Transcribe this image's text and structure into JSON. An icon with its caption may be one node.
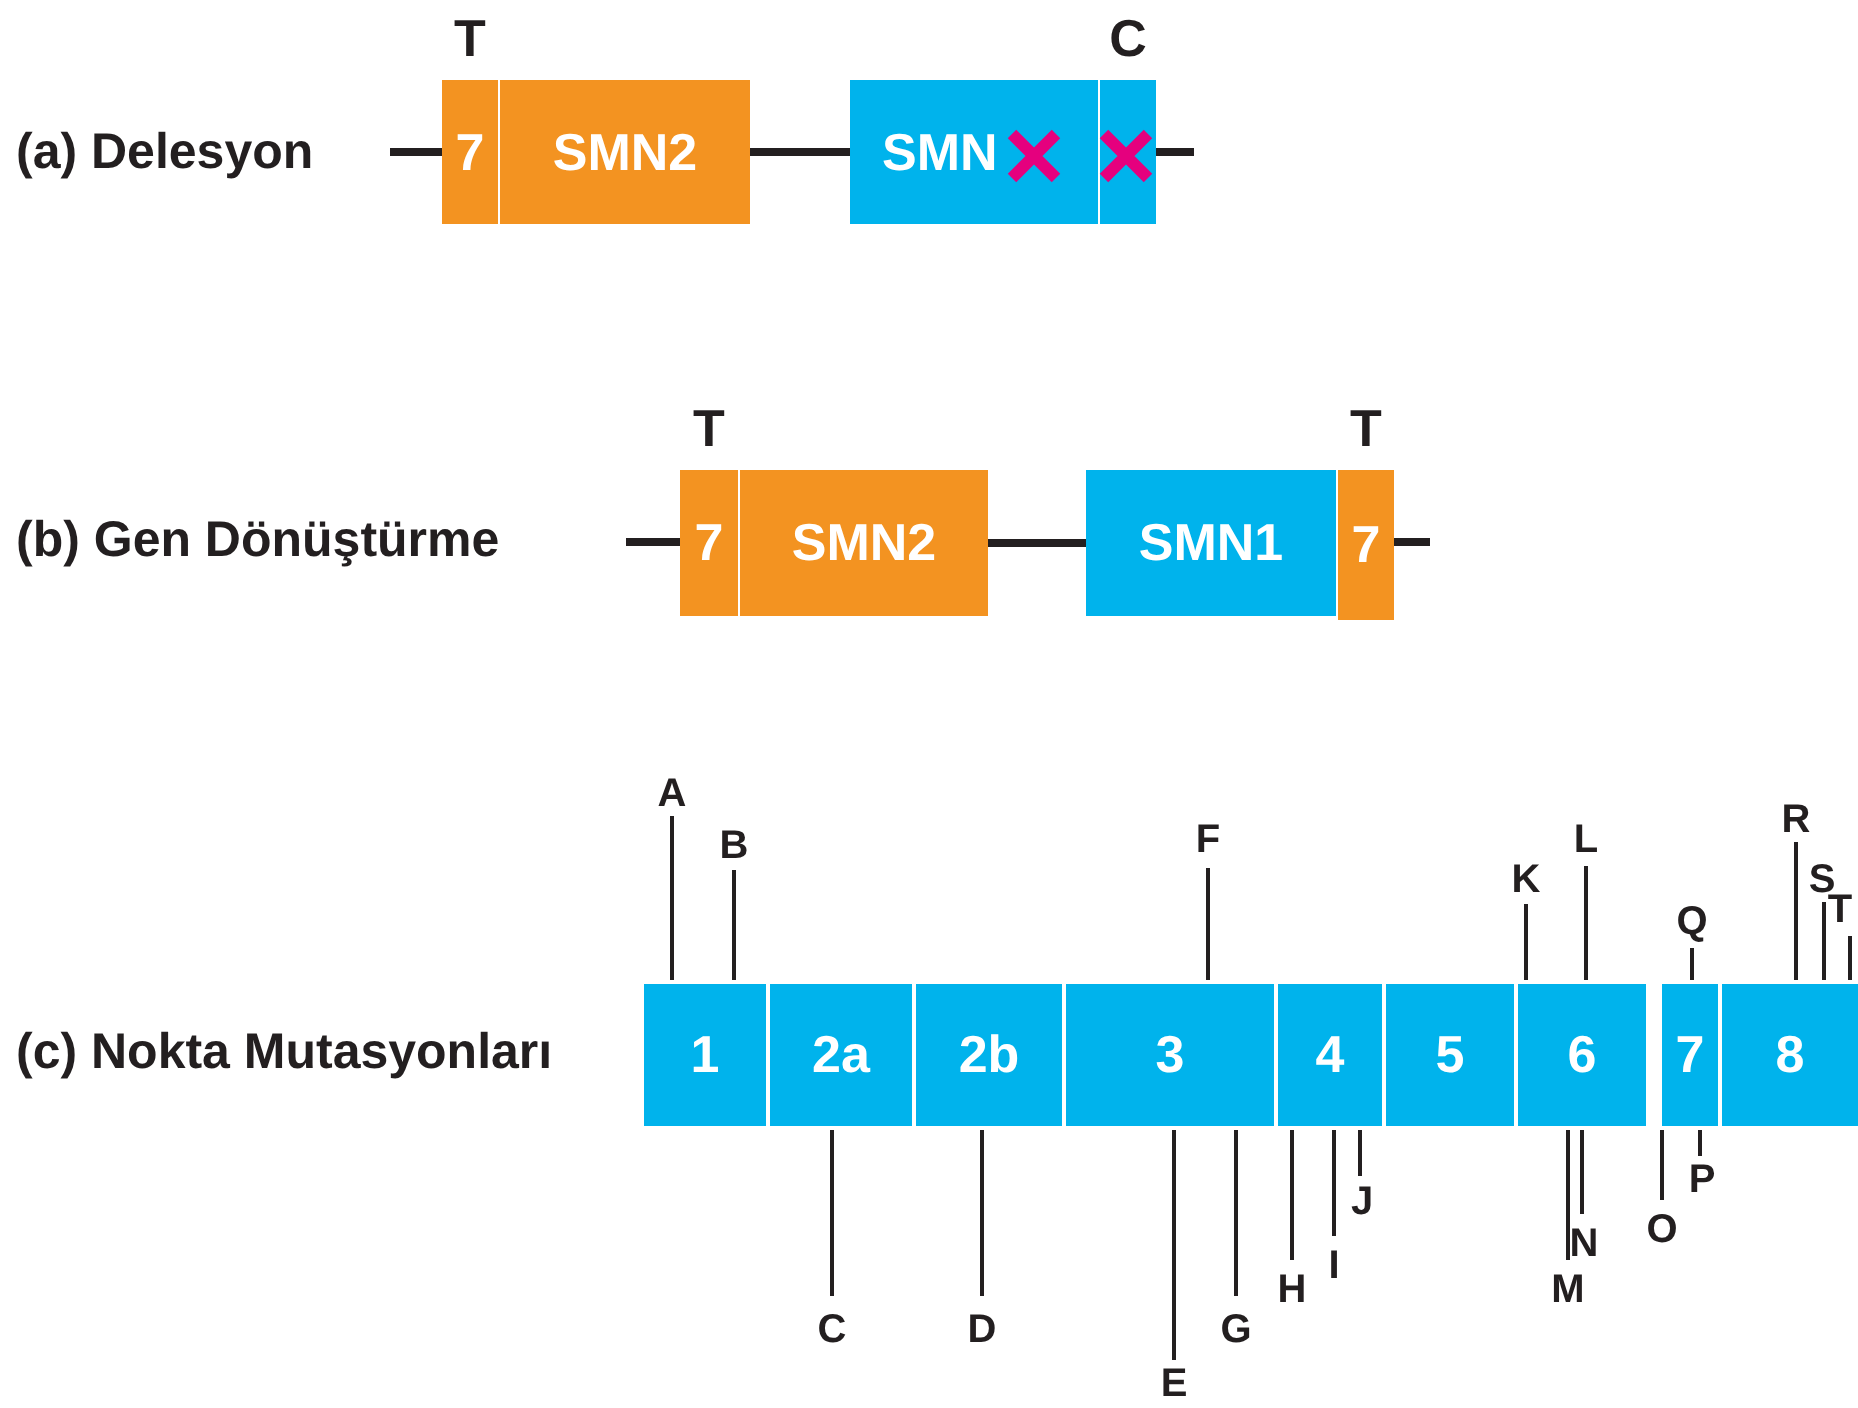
{
  "diagram": {
    "nodes": [
      {
        "text": [
          "7"
        ],
        "beside": [
          "T"
        ]
      },
      {
        "text": [
          "SMN2"
        ]
      },
      {
        "text": [
          "SMN"
        ]
      },
      {
        "text": [],
        "shape": "box",
        "beside": [
          "C"
        ]
      },
      {
        "text": [
          "7"
        ],
        "beside": [
          "T"
        ]
      },
      {
        "text": [
          "SMN2"
        ]
      },
      {
        "text": [
          "SMN1"
        ]
      },
      {
        "text": [
          "7"
        ],
        "beside": [
          "T"
        ]
      },
      {
        "text": [
          "1"
        ]
      },
      {
        "text": [
          "2a"
        ]
      },
      {
        "text": [
          "2b"
        ]
      },
      {
        "text": [
          "3"
        ]
      },
      {
        "text": [
          "4"
        ]
      },
      {
        "text": [
          "5"
        ]
      },
      {
        "text": [
          "6"
        ]
      },
      {
        "text": [
          "7"
        ]
      },
      {
        "text": [
          "8"
        ]
      },
      {
        "text": [
          "A"
        ]
      },
      {
        "text": [
          "B"
        ]
      },
      {
        "text": [
          "C"
        ]
      },
      {
        "text": [
          "D"
        ]
      },
      {
        "text": [
          "E"
        ]
      },
      {
        "text": [
          "F"
        ]
      },
      {
        "text": [
          "G"
        ]
      },
      {
        "text": [
          "H"
        ]
      },
      {
        "text": [
          "I"
        ]
      },
      {
        "text": [
          "J"
        ]
      },
      {
        "text": [
          "K"
        ]
      },
      {
        "text": [
          "L"
        ]
      },
      {
        "text": [
          "M"
        ]
      },
      {
        "text": [
          "N"
        ]
      },
      {
        "text": [
          "O"
        ]
      },
      {
        "text": [
          "P"
        ]
      },
      {
        "text": [
          "Q"
        ]
      },
      {
        "text": [
          "R"
        ]
      },
      {
        "text": [
          "S"
        ]
      },
      {
        "text": [
          "T"
        ]
      }
    ],
    "edges": [
      {
        "from": null,
        "to": 0,
        "arrow": "none",
        "style": "thick"
      },
      {
        "from": 1,
        "to": 2,
        "arrow": "none",
        "style": "thick"
      },
      {
        "from": 3,
        "to": null,
        "arrow": "none",
        "style": "thick"
      },
      {
        "from": null,
        "to": 4,
        "arrow": "none",
        "style": "thick"
      },
      {
        "from": 5,
        "to": 6,
        "arrow": "none",
        "style": "thick"
      },
      {
        "from": 7,
        "to": null,
        "arrow": "none",
        "style": "thick"
      },
      {
        "from": 17,
        "to": 8,
        "arrow": "none"
      },
      {
        "from": 18,
        "to": 8,
        "arrow": "none"
      },
      {
        "from": 19,
        "to": 9,
        "arrow": "none"
      },
      {
        "from": 20,
        "to": 10,
        "arrow": "none"
      },
      {
        "from": 21,
        "to": 11,
        "arrow": "none"
      },
      {
        "from": 22,
        "to": 11,
        "arrow": "none"
      },
      {
        "from": 23,
        "to": 11,
        "arrow": "none"
      },
      {
        "from": 24,
        "to": 12,
        "arrow": "none"
      },
      {
        "from": 25,
        "to": 12,
        "arrow": "none"
      },
      {
        "from": 26,
        "to": 12,
        "arrow": "none"
      },
      {
        "from": 27,
        "to": 14,
        "arrow": "none"
      },
      {
        "from": 28,
        "to": 14,
        "arrow": "none"
      },
      {
        "from": 29,
        "to": 14,
        "arrow": "none"
      },
      {
        "from": 30,
        "to": 14,
        "arrow": "none"
      },
      {
        "from": 31,
        "to": 15,
        "arrow": "none"
      },
      {
        "from": 32,
        "to": 15,
        "arrow": "none"
      },
      {
        "from": 33,
        "to": 15,
        "arrow": "none"
      },
      {
        "from": 34,
        "to": 16,
        "arrow": "none"
      },
      {
        "from": 35,
        "to": 16,
        "arrow": "none"
      },
      {
        "from": 36,
        "to": 16,
        "arrow": "none"
      }
    ],
    "labels": [
      "(a) Delesyon",
      "(b) Gen Dönüştürme",
      "(c) Nokta Mutasyonları"
    ]
  }
}
